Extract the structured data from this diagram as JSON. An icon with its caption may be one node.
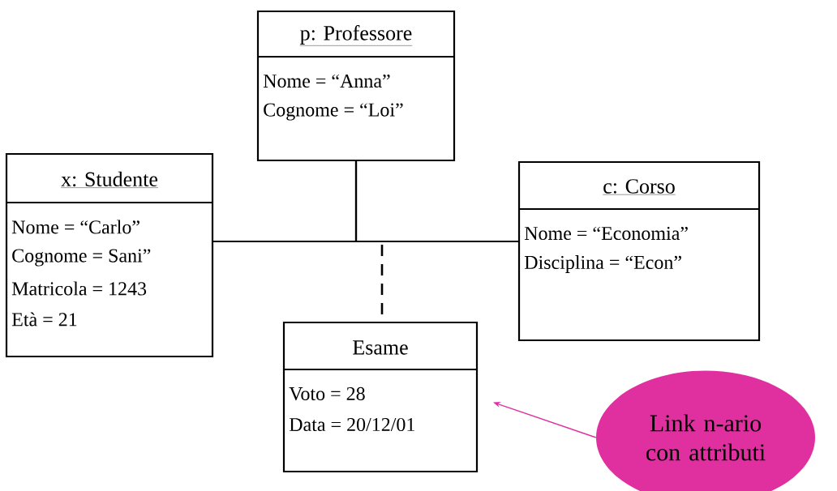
{
  "diagram": {
    "nodes": [
      {
        "text": [
          "p: Professore",
          "Nome = “Anna”",
          "Cognome = “Loi”"
        ]
      },
      {
        "text": [
          "x: Studente",
          "Nome = “Carlo”",
          "Cognome = Sani”",
          "Matricola = 1243",
          "Età = 21"
        ]
      },
      {
        "text": [
          "c: Corso",
          "Nome = “Economia”",
          "Disciplina = “Econ”"
        ]
      },
      {
        "text": [
          "Esame",
          "Voto = 28",
          "Data = 20/12/01"
        ]
      },
      {
        "text": [
          "Link n-ario con attributi"
        ]
      }
    ],
    "edges": [
      {
        "from": 1,
        "to": 2,
        "arrow": "none"
      },
      {
        "from": 0,
        "to": 1,
        "arrow": "none"
      },
      {
        "from": 0,
        "to": 2,
        "arrow": "none"
      },
      {
        "from": null,
        "to": 3,
        "arrow": "none",
        "style": "dashed"
      },
      {
        "from": 4,
        "to": 3,
        "arrow": "to",
        "color": "#e030a0"
      }
    ]
  }
}
